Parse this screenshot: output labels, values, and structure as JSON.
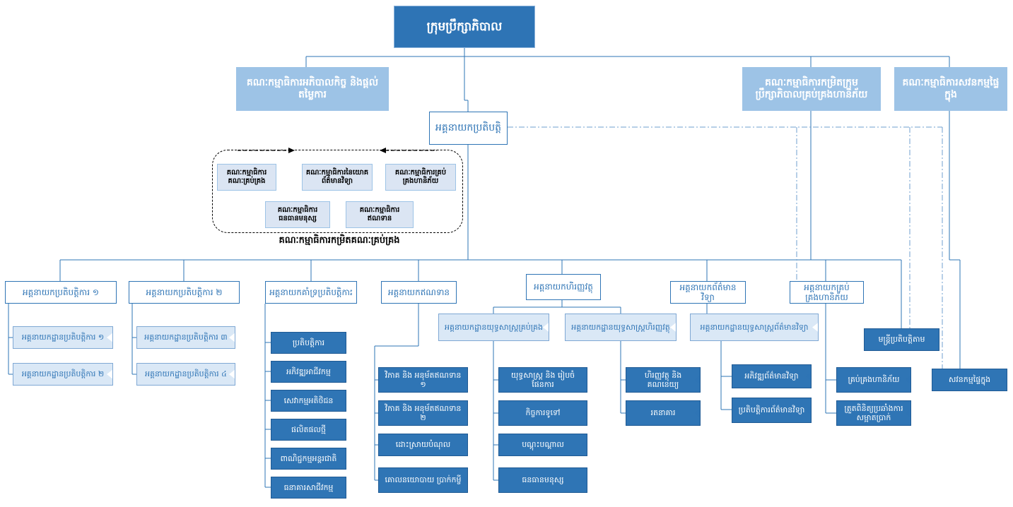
{
  "board": "ក្រុមប្រឹក្សាភិបាល",
  "committees": {
    "governance": "គណៈកម្មាធិការអភិបាលកិច្ច និងផ្តល់តម្លៃការ",
    "risk": "គណៈកម្មាធិការកម្រិតក្រុមប្រឹក្សាភិបាលគ្រប់គ្រងហានិភ័យ",
    "audit": "គណៈកម្មាធិការសវនកម្មផ្ទៃក្នុង"
  },
  "ceo": "អគ្គនាយកប្រតិបត្តិ",
  "management_committees": {
    "title": "គណៈកម្មាធិការកម្រិតគណៈគ្រប់គ្រង",
    "items": [
      "គណៈកម្មាធិការគណៈគ្រប់គ្រង",
      "គណៈកម្មាធិការនៃយោគព័ត៌មានវិទ្យា",
      "គណៈកម្មាធិការគ្រប់គ្រងហានិភ័យ",
      "គណៈកម្មាធិការធនធានមនុស្ស",
      "គណៈកម្មាធិការឥណទាន"
    ]
  },
  "directors": [
    {
      "title": "អគ្គនាយកប្រតិបត្តិការ ១",
      "subs": [
        "អគ្គនាយកដ្ឋានប្រតិបត្តិការ ១",
        "អគ្គនាយកដ្ឋានប្រតិបត្តិការ ២"
      ]
    },
    {
      "title": "អគ្គនាយកប្រតិបត្តិការ ២",
      "subs": [
        "អគ្គនាយកដ្ឋានប្រតិបត្តិការ ៣",
        "អគ្គនាយកដ្ឋានប្រតិបត្តិការ ៤"
      ]
    },
    {
      "title": "អគ្គនាយកគាំទ្រប្រតិបត្តិការ",
      "units": [
        "ប្រតិបត្តិការ",
        "អភិវឌ្ឍអាជីវកម្ម",
        "សេវាកម្មអតិថិជន",
        "ផលិតផលថ្មី",
        "ពាណិជ្ជកម្មអន្តរជាតិ",
        "ធនាគារសាជីវកម្ម"
      ]
    },
    {
      "title": "អគ្គនាយកឥណទាន",
      "units": [
        "វិភាគ និង អនុម័តឥណទាន ១",
        "វិភាគ និង អនុម័តឥណទាន ២",
        "ដោះស្រាយបំណុល",
        "គោលនយោបាយ ប្រាក់កម្ចី"
      ]
    },
    {
      "title": "អគ្គនាយកហិរញ្ញវត្ថុ",
      "subs": [
        "អគ្គនាយកដ្ឋានយុទ្ធសាស្ត្រគ្រប់គ្រង",
        "អគ្គនាយកដ្ឋានយុទ្ធសាស្ត្រហិរញ្ញវត្ថុ"
      ],
      "units_a": [
        "យុទ្ធសាស្ត្រ និង រៀបចំផែនការ",
        "កិច្ចការទូទៅ",
        "បណ្ដុះបណ្ដាល",
        "ធនធានមនុស្ស"
      ],
      "units_b": [
        "ហិរញ្ញវត្ថុ និង គណនេយ្យ",
        "រតនាគារ"
      ]
    },
    {
      "title": "អគ្គនាយកព័ត៌មានវិទ្យា",
      "subs": [
        "អគ្គនាយកដ្ឋានយុទ្ធសាស្ត្រព័ត៌មានវិទ្យា"
      ],
      "units": [
        "អភិវឌ្ឍព័ត៌មានវិទ្យា",
        "ប្រតិបត្តិការព័ត៌មានវិទ្យា"
      ]
    },
    {
      "title": "អគ្គនាយកគ្រប់គ្រងហានិភ័យ",
      "units": [
        "គ្រប់គ្រងហានិភ័យ",
        "ត្រួតពិនិត្យប្រឆាំងការសម្អាតប្រាក់"
      ]
    }
  ],
  "compliance": "មន្ត្រីប្រតិបត្តិតាម",
  "internal_audit": "សវនកម្មផ្ទៃក្នុង"
}
